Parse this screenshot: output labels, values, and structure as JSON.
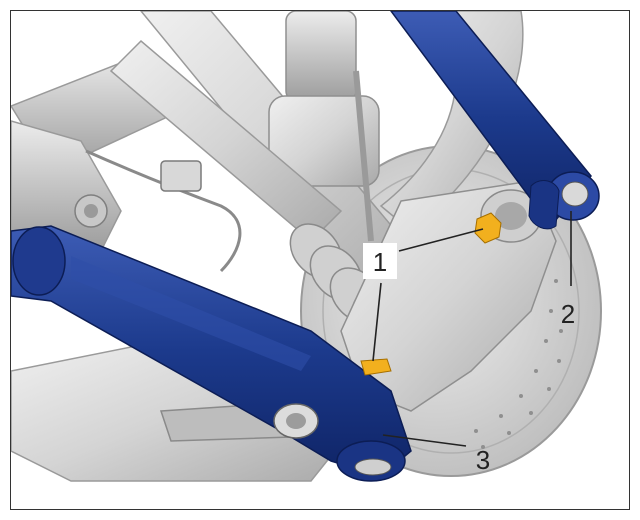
{
  "diagram": {
    "callouts": [
      {
        "id": "1",
        "label": "1"
      },
      {
        "id": "2",
        "label": "2"
      },
      {
        "id": "3",
        "label": "3"
      }
    ]
  },
  "colors": {
    "arm_blue": "#1c3a8c",
    "arm_blue_dark": "#0f2466",
    "arm_blue_light": "#3d5cb5",
    "grey_light": "#e6e6e6",
    "grey_mid": "#c4c4c4",
    "grey_dark": "#8a8a8a",
    "nut_yellow": "#f2b01e",
    "leader": "#222222"
  },
  "icons": [
    "suspension-arm-illustration",
    "nut-marker"
  ]
}
